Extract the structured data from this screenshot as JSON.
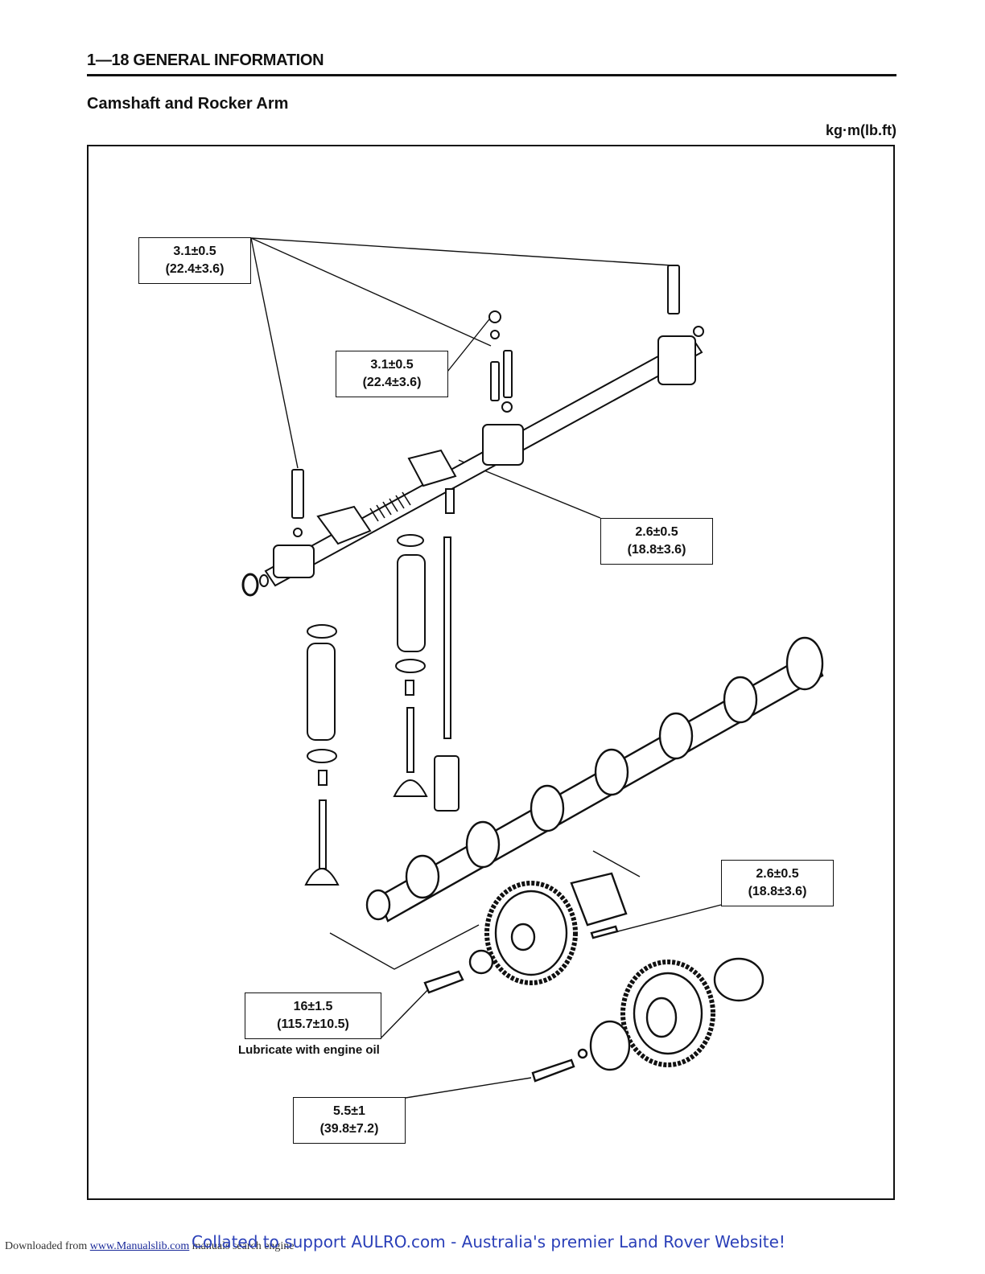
{
  "header": {
    "section": "1—18 GENERAL INFORMATION"
  },
  "page": {
    "subtitle": "Camshaft and Rocker Arm",
    "units": "kg·m(lb.ft)"
  },
  "torque_labels": [
    {
      "id": "rocker-bolt-top",
      "value": "3.1±0.5",
      "imperial": "(22.4±3.6)"
    },
    {
      "id": "rocker-stud-mid",
      "value": "3.1±0.5",
      "imperial": "(22.4±3.6)"
    },
    {
      "id": "rocker-adjust",
      "value": "2.6±0.5",
      "imperial": "(18.8±3.6)"
    },
    {
      "id": "thrust-plate",
      "value": "2.6±0.5",
      "imperial": "(18.8±3.6)"
    },
    {
      "id": "cam-gear-bolt",
      "value": "16±1.5",
      "imperial": "(115.7±10.5)"
    },
    {
      "id": "idler-gear-bolt",
      "value": "5.5±1",
      "imperial": "(39.8±7.2)"
    }
  ],
  "notes": {
    "lubricate": "Lubricate with engine oil"
  },
  "footer": {
    "downloaded_prefix": "Downloaded from ",
    "link_text": "www.Manualslib.com",
    "suffix": " manuals search engine",
    "banner": "Collated to support AULRO.com - Australia's premier Land Rover Website!"
  }
}
